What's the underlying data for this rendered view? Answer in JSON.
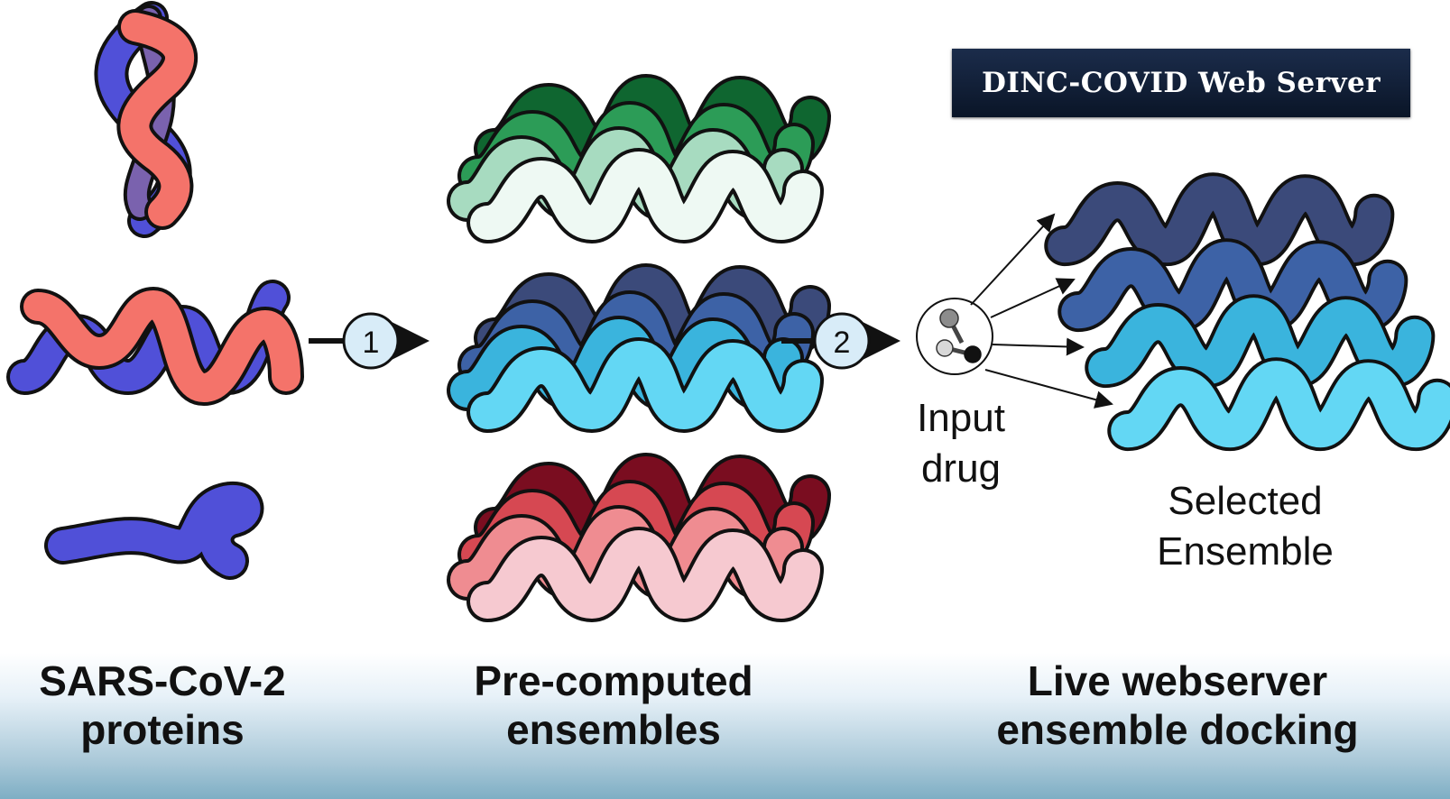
{
  "banner": {
    "title": "DINC-COVID Web Server"
  },
  "steps": [
    {
      "number": "1"
    },
    {
      "number": "2"
    }
  ],
  "drug_label": [
    "Input",
    "drug"
  ],
  "selected_label": [
    "Selected",
    "Ensemble"
  ],
  "captions": {
    "proteins": [
      "SARS-CoV-2",
      "proteins"
    ],
    "ensembles": [
      "Pre-computed",
      "ensembles"
    ],
    "docking": [
      "Live webserver",
      "ensemble docking"
    ]
  },
  "colors": {
    "protein_red": "#f4736a",
    "protein_blue": "#5050d8",
    "protein_purple": "#7a62ae",
    "green_ensemble": [
      "#0f6630",
      "#2c9c57",
      "#a7dbc0",
      "#eef9f3"
    ],
    "blue_ensemble": [
      "#3b4a7a",
      "#3d62a6",
      "#3ab4dd",
      "#63d7f4"
    ],
    "red_ensemble": [
      "#7a0d20",
      "#d64852",
      "#ef8c91",
      "#f6c9d0"
    ],
    "step_circle": "#d8ecf8",
    "banner_bg": "#13223d"
  }
}
